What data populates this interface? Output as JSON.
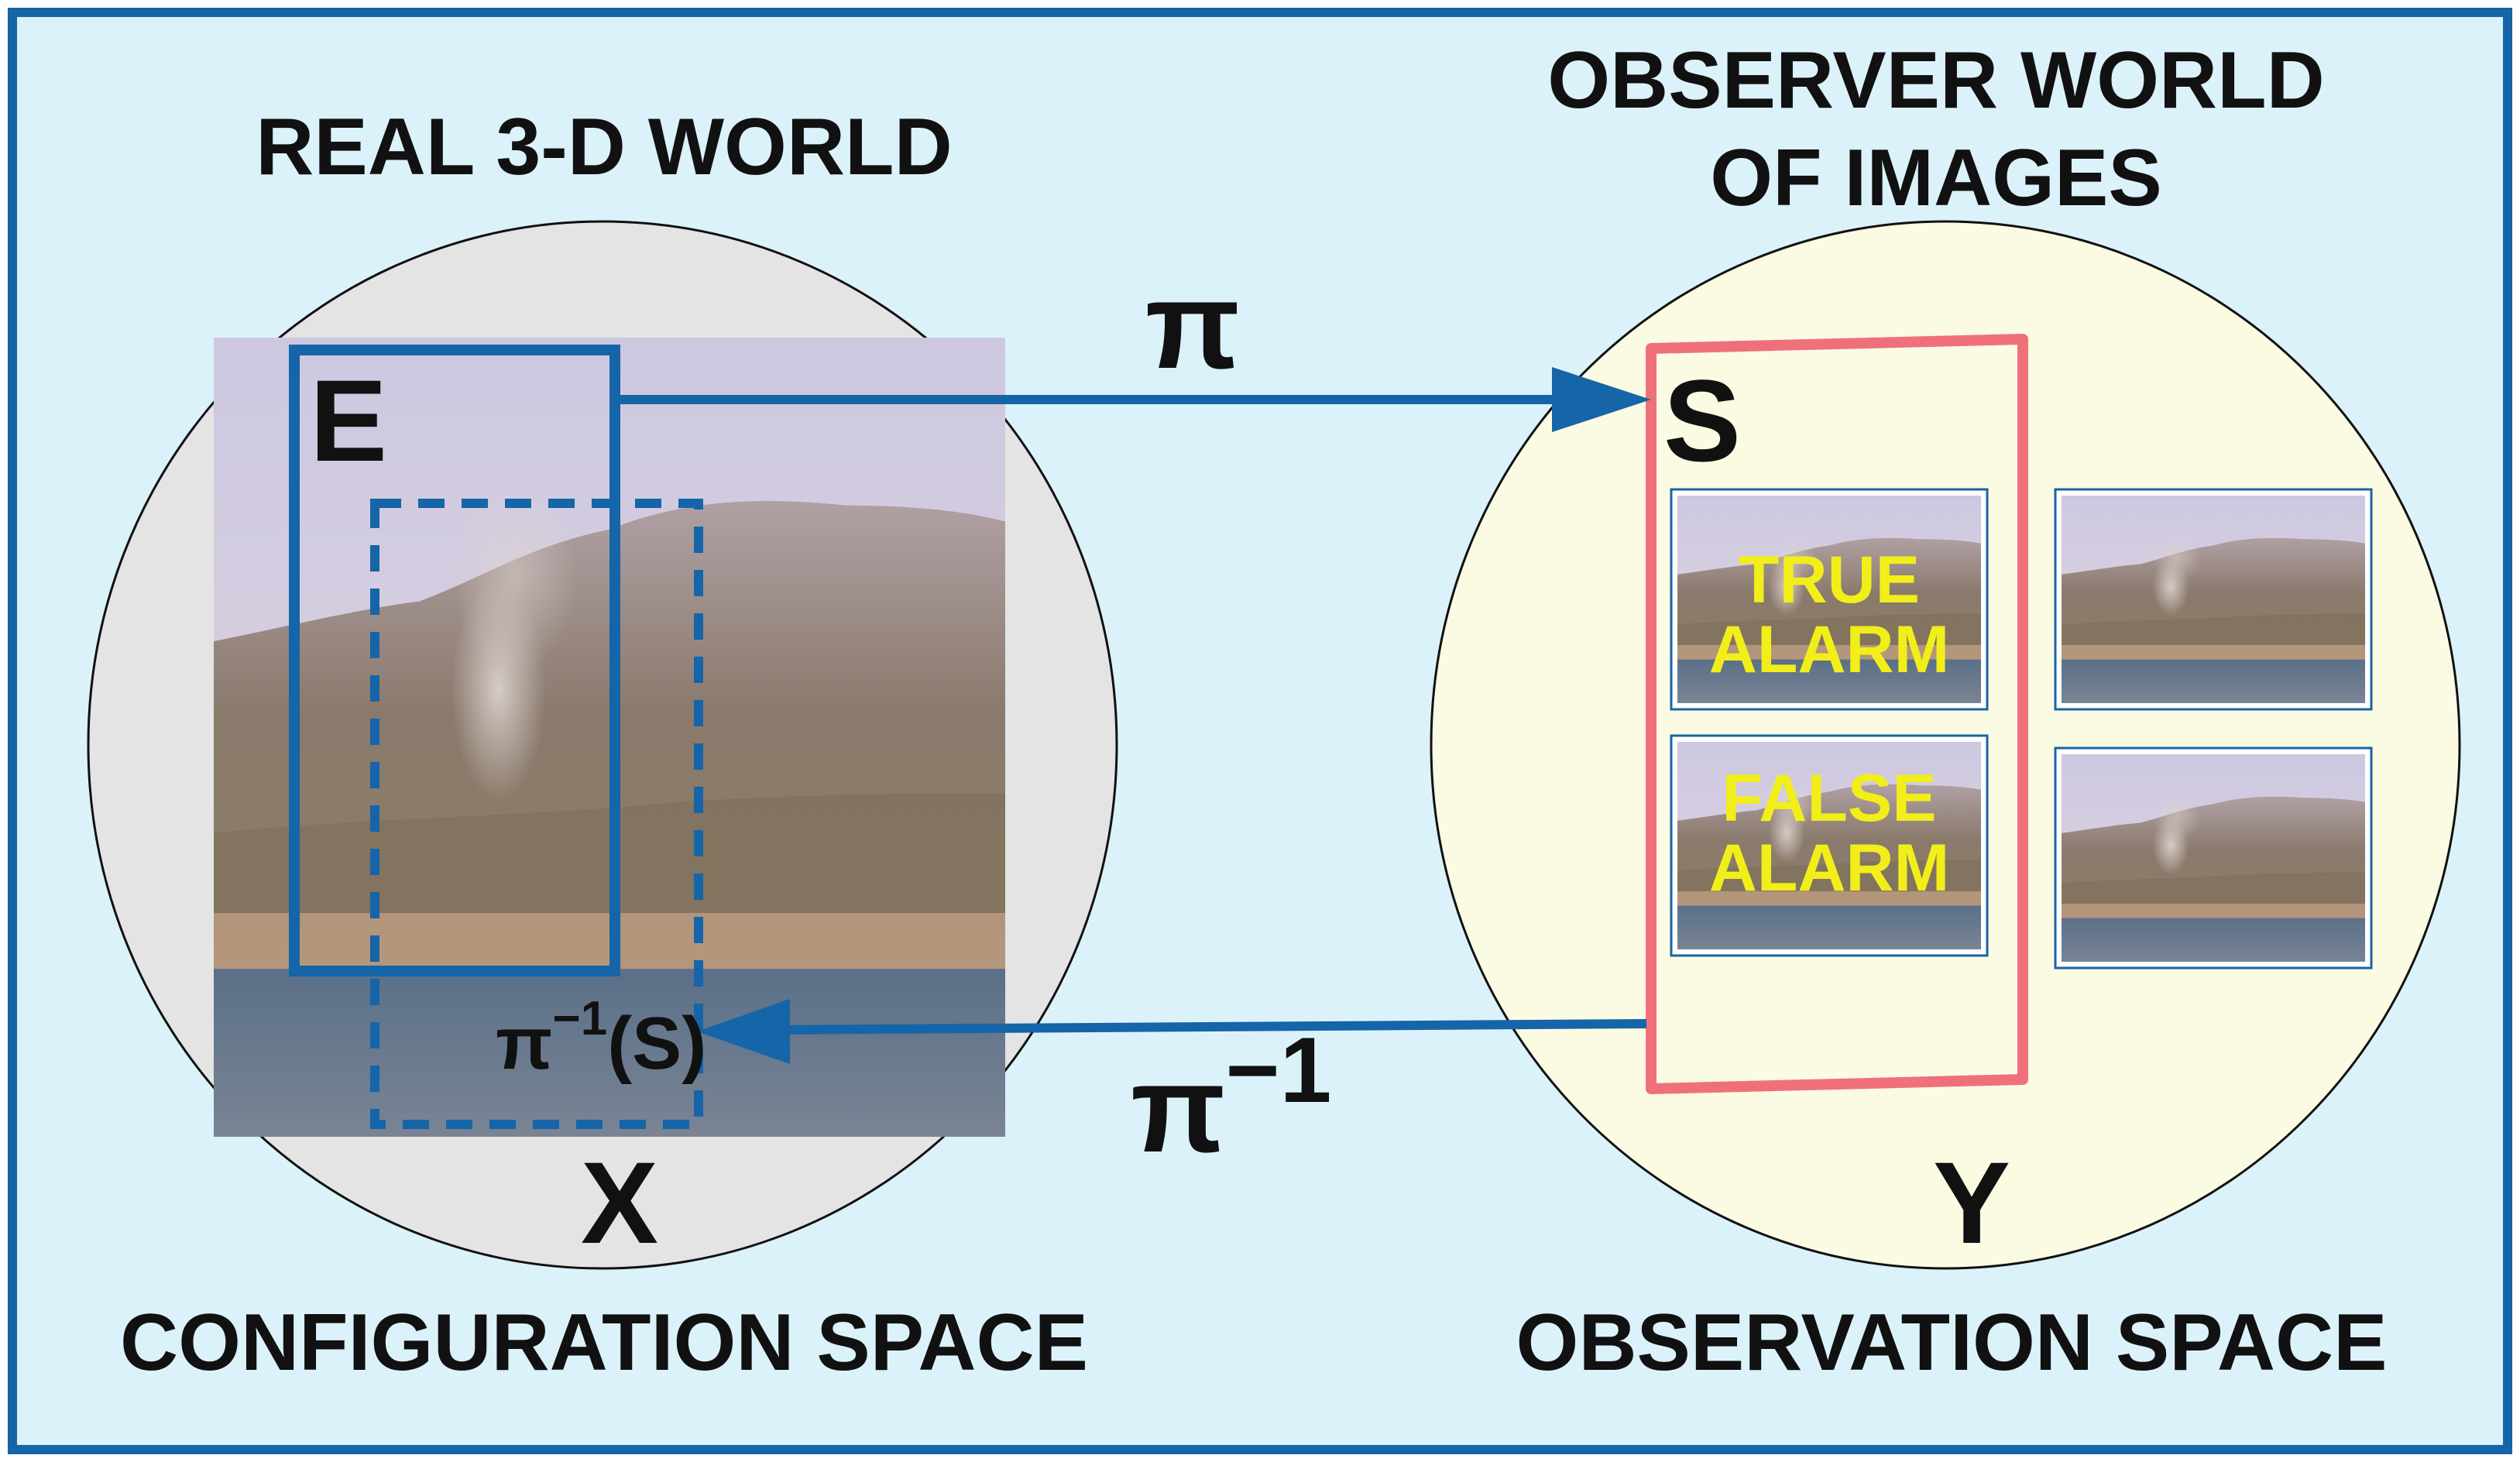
{
  "left_panel": {
    "title": "REAL 3-D WORLD",
    "space_symbol": "X",
    "space_caption": "CONFIGURATION SPACE",
    "event_label": "E",
    "preimage_label": "π",
    "preimage_superscript": "−1",
    "preimage_argument": "(S)"
  },
  "right_panel": {
    "title_line1": "OBSERVER WORLD",
    "title_line2": "OF IMAGES",
    "space_symbol": "Y",
    "space_caption": "OBSERVATION SPACE",
    "set_label": "S",
    "thumbnails": [
      {
        "caption_line1": "TRUE",
        "caption_line2": "ALARM"
      },
      {
        "caption_line1": "FALSE",
        "caption_line2": "ALARM"
      },
      {
        "caption_line1": "",
        "caption_line2": ""
      },
      {
        "caption_line1": "",
        "caption_line2": ""
      }
    ]
  },
  "arrows": {
    "forward_label": "π",
    "inverse_label": "π",
    "inverse_superscript": "−1"
  },
  "colors": {
    "background": "#dcf2fb",
    "frame": "#1565a8",
    "left_circle": "#e4e4e4",
    "right_circle": "#fbfae2",
    "set_outline": "#f0707a",
    "alarm_text": "#f2ee1a"
  }
}
